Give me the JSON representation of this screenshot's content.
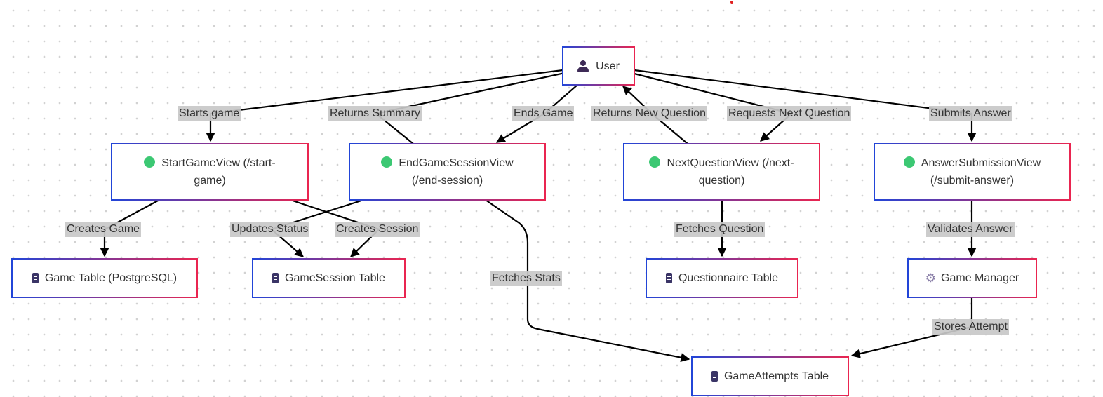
{
  "nodes": {
    "user": {
      "label": "User",
      "icon": "user-icon"
    },
    "start_game_view": {
      "label": "StartGameView (/start-game)",
      "icon": "green-dot-icon"
    },
    "end_game_session_view": {
      "label": "EndGameSessionView (/end-session)",
      "icon": "green-dot-icon"
    },
    "next_question_view": {
      "label": "NextQuestionView (/next-question)",
      "icon": "green-dot-icon"
    },
    "answer_submission_view": {
      "label": "AnswerSubmissionView (/submit-answer)",
      "icon": "green-dot-icon"
    },
    "game_table": {
      "label": "Game Table (PostgreSQL)",
      "icon": "database-icon"
    },
    "game_session_table": {
      "label": "GameSession Table",
      "icon": "database-icon"
    },
    "questionnaire_table": {
      "label": "Questionnaire Table",
      "icon": "database-icon"
    },
    "game_manager": {
      "label": "Game Manager",
      "icon": "gear-icon"
    },
    "game_attempts_table": {
      "label": "GameAttempts Table",
      "icon": "database-icon"
    }
  },
  "edges": {
    "starts_game": "Starts game",
    "returns_summary": "Returns Summary",
    "ends_game": "Ends Game",
    "returns_new_question": "Returns New Question",
    "requests_next_question": "Requests Next Question",
    "submits_answer": "Submits Answer",
    "creates_game": "Creates Game",
    "updates_status": "Updates Status",
    "creates_session": "Creates Session",
    "fetches_stats": "Fetches Stats",
    "fetches_question": "Fetches Question",
    "validates_answer": "Validates Answer",
    "stores_attempt": "Stores Attempt"
  },
  "colors": {
    "border_start": "#2145d8",
    "border_end": "#ea2550",
    "view_dot": "#3cc873",
    "edge": "#000000",
    "label_bg": "#c8c8c8"
  }
}
